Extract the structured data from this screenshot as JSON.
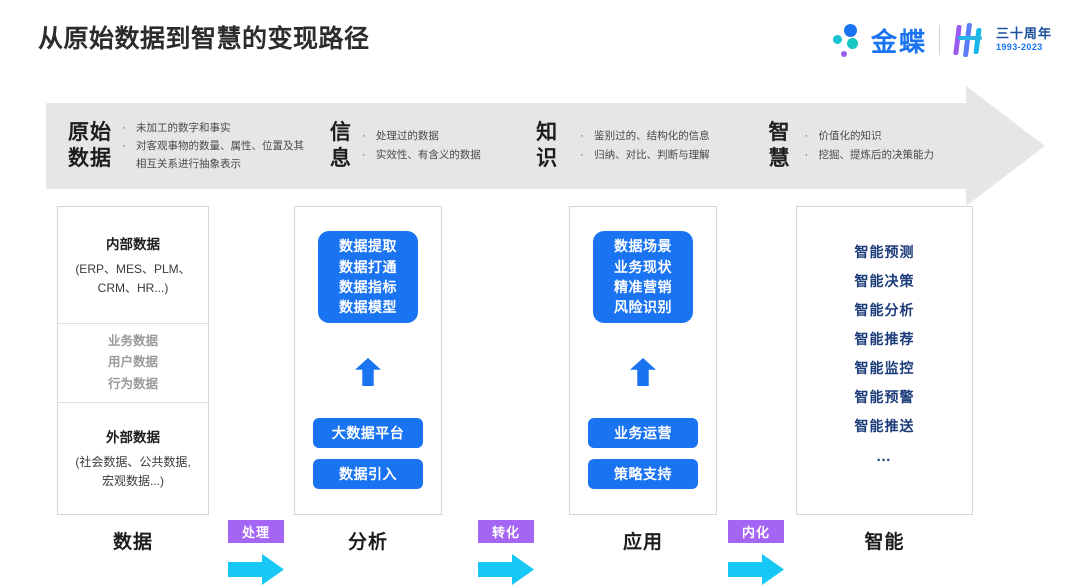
{
  "header": {
    "title": "从原始数据到智慧的变现路径",
    "brand": {
      "name": "金蝶",
      "anniversary_cn": "三十周年",
      "anniversary_years": "1993-2023"
    }
  },
  "banner": {
    "items": [
      {
        "title": "原始\n数据",
        "bullets": [
          "未加工的数字和事实",
          "对客观事物的数量、属性、位置及其相互关系进行抽象表示"
        ]
      },
      {
        "title": "信\n息",
        "bullets": [
          "处理过的数据",
          "实效性、有含义的数据"
        ]
      },
      {
        "title": "知\n识",
        "bullets": [
          "鉴别过的、结构化的信息",
          "归纳、对比、判断与理解"
        ]
      },
      {
        "title": "智\n慧",
        "bullets": [
          "价值化的知识",
          "挖掘、提炼后的决策能力"
        ]
      }
    ]
  },
  "columns": [
    {
      "label": "数据",
      "top": {
        "heading": "内部数据",
        "sub": "(ERP、MES、PLM、\nCRM、HR...)"
      },
      "middle": [
        "业务数据",
        "用户数据",
        "行为数据"
      ],
      "bottom": {
        "heading": "外部数据",
        "sub": "(社会数据、公共数据,\n宏观数据...)"
      }
    },
    {
      "label": "分析",
      "box": "数据提取\n数据打通\n数据指标\n数据模型",
      "pills": [
        "大数据平台",
        "数据引入"
      ]
    },
    {
      "label": "应用",
      "box": "数据场景\n业务现状\n精准营销\n风险识别",
      "pills": [
        "业务运营",
        "策略支持"
      ]
    },
    {
      "label": "智能",
      "items": [
        "智能预测",
        "智能决策",
        "智能分析",
        "智能推荐",
        "智能监控",
        "智能预警",
        "智能推送"
      ],
      "ellipsis": "…"
    }
  ],
  "connectors": [
    {
      "label": "处理"
    },
    {
      "label": "转化"
    },
    {
      "label": "内化"
    }
  ],
  "colors": {
    "primary_blue": "#1a73f0",
    "arrow_cyan": "#17c8f5",
    "tag_purple": "#a465f5",
    "banner_gray": "#e6e6e6",
    "smart_navy": "#1c3d7a",
    "muted_gray": "#9a9a9a"
  }
}
